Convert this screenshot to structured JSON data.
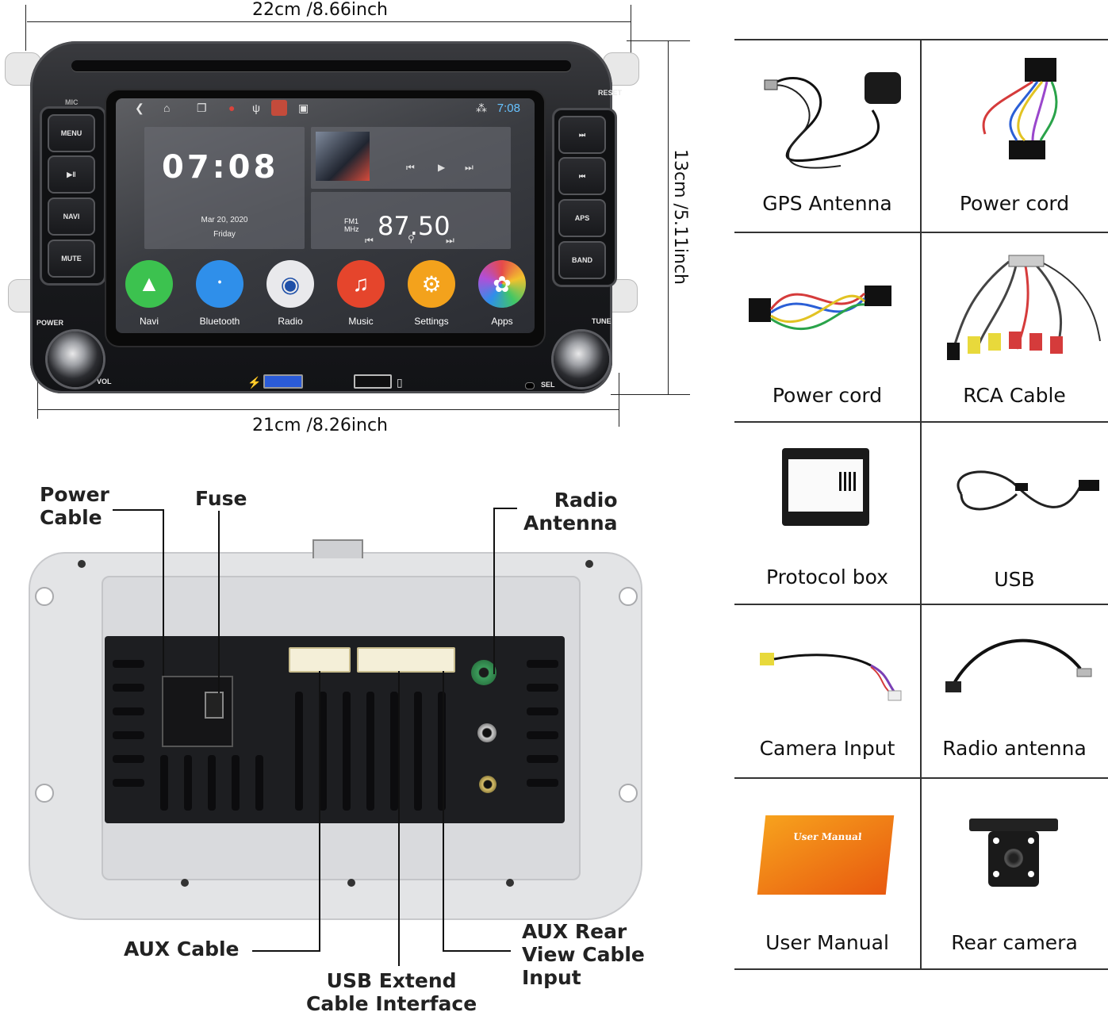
{
  "dimensions": {
    "width_top": "22cm /8.66inch",
    "width_bottom": "21cm /8.26inch",
    "height_side": "13cm /5.11inch"
  },
  "front_panel": {
    "top_labels": {
      "mic": "MIC",
      "reset": "RESET",
      "power": "POWER",
      "tune": "TUNE",
      "vol": "VOL",
      "sel": "SEL"
    },
    "left_buttons": [
      "MENU",
      "▶‖",
      "NAVI",
      "MUTE"
    ],
    "right_buttons": [
      "⏭",
      "⏮",
      "APS",
      "BAND"
    ],
    "screen": {
      "status_time": "7:08",
      "clock": "07:08",
      "date": "Mar 20, 2020",
      "weekday": "Friday",
      "radio_band_line1": "FM1",
      "radio_band_line2": "MHz",
      "radio_frequency": "87.50",
      "apps": [
        {
          "label": "Navi",
          "icon": "navigation-arrow-icon",
          "color": "#3cc24f"
        },
        {
          "label": "Bluetooth",
          "icon": "bluetooth-icon",
          "color": "#2f8fea"
        },
        {
          "label": "Radio",
          "icon": "radio-icon",
          "color": "#e9e9ec"
        },
        {
          "label": "Music",
          "icon": "music-note-icon",
          "color": "#e5452c"
        },
        {
          "label": "Settings",
          "icon": "gear-icon",
          "color": "#f3a21c"
        },
        {
          "label": "Apps",
          "icon": "apps-flower-icon",
          "color": "#b04fd8"
        }
      ]
    }
  },
  "rear_panel": {
    "callouts": {
      "power_cable": "Power\nCable",
      "fuse": "Fuse",
      "radio_antenna": "Radio\nAntenna",
      "aux_cable": "AUX Cable",
      "usb_extend": "USB Extend\nCable Interface",
      "aux_rear_view": "AUX Rear\nView Cable\nInput"
    }
  },
  "accessories": [
    {
      "label": "GPS Antenna"
    },
    {
      "label": "Power cord"
    },
    {
      "label": "Power cord"
    },
    {
      "label": "RCA  Cable"
    },
    {
      "label": "Protocol box"
    },
    {
      "label": "USB"
    },
    {
      "label": "Camera Input"
    },
    {
      "label": "Radio antenna"
    },
    {
      "label": "User Manual"
    },
    {
      "label": "Rear camera"
    }
  ],
  "manual_cover_text": "User Manual"
}
